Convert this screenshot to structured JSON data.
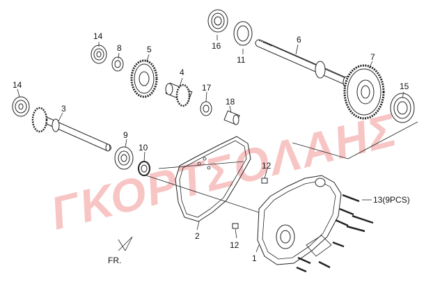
{
  "watermark": "ΓΚΟΡΤΣΟΛΑΗΣ",
  "direction_label": "FR.",
  "callouts": {
    "c1": "1",
    "c2": "2",
    "c3": "3",
    "c4": "4",
    "c5": "5",
    "c6": "6",
    "c7": "7",
    "c8": "8",
    "c9": "9",
    "c10": "10",
    "c11": "11",
    "c12a": "12",
    "c12b": "12",
    "c13": "13(9PCS)",
    "c14a": "14",
    "c14b": "14",
    "c15": "15",
    "c16": "16",
    "c17": "17",
    "c18": "18"
  },
  "colors": {
    "line": "#222222",
    "watermark": "#eb5050",
    "background": "#ffffff"
  }
}
